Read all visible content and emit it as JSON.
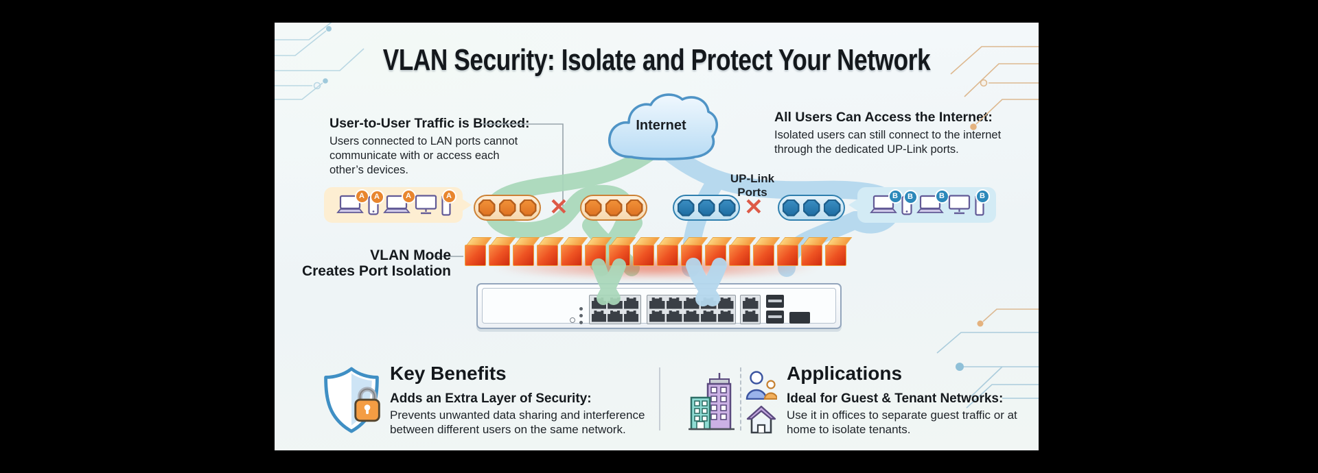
{
  "title": "VLAN Security: Isolate and Protect Your Network",
  "symbols": {
    "blocked": "✕"
  },
  "internet_cloud": {
    "label": "Internet"
  },
  "uplink": {
    "label": "UP-Link Ports"
  },
  "notes": {
    "left": {
      "heading": "User-to-User Traffic is Blocked:",
      "body": "Users connected to LAN ports cannot communicate with or access each other’s devices."
    },
    "right": {
      "heading": "All Users Can Access the Internet:",
      "body": "Isolated users can still connect to the internet through the dedicated UP-Link ports."
    }
  },
  "vlan_mode": {
    "line1": "VLAN Mode",
    "line2": "Creates Port Isolation"
  },
  "groups": {
    "a": {
      "badge": "A",
      "devices": [
        "laptop",
        "phone",
        "laptop",
        "desktop",
        "tower"
      ]
    },
    "b": {
      "badge": "B",
      "devices": [
        "laptop",
        "phone",
        "laptop",
        "desktop",
        "tower"
      ]
    }
  },
  "sections": {
    "benefits": {
      "heading": "Key Benefits",
      "subheading": "Adds an Extra Layer of Security:",
      "body": "Prevents unwanted data sharing and interference between different users on the same network."
    },
    "applications": {
      "heading": "Applications",
      "subheading": "Ideal for Guest & Tenant Networks:",
      "body": "Use it in offices to separate guest traffic or at home to isolate tenants."
    }
  },
  "colors": {
    "vlan_a_accent": "#e8862e",
    "vlan_b_accent": "#2b88ba",
    "firewall_red": "#ee5322",
    "ribbon_a_green": "#a9d8ba",
    "ribbon_b_blue": "#b5d8ee"
  }
}
